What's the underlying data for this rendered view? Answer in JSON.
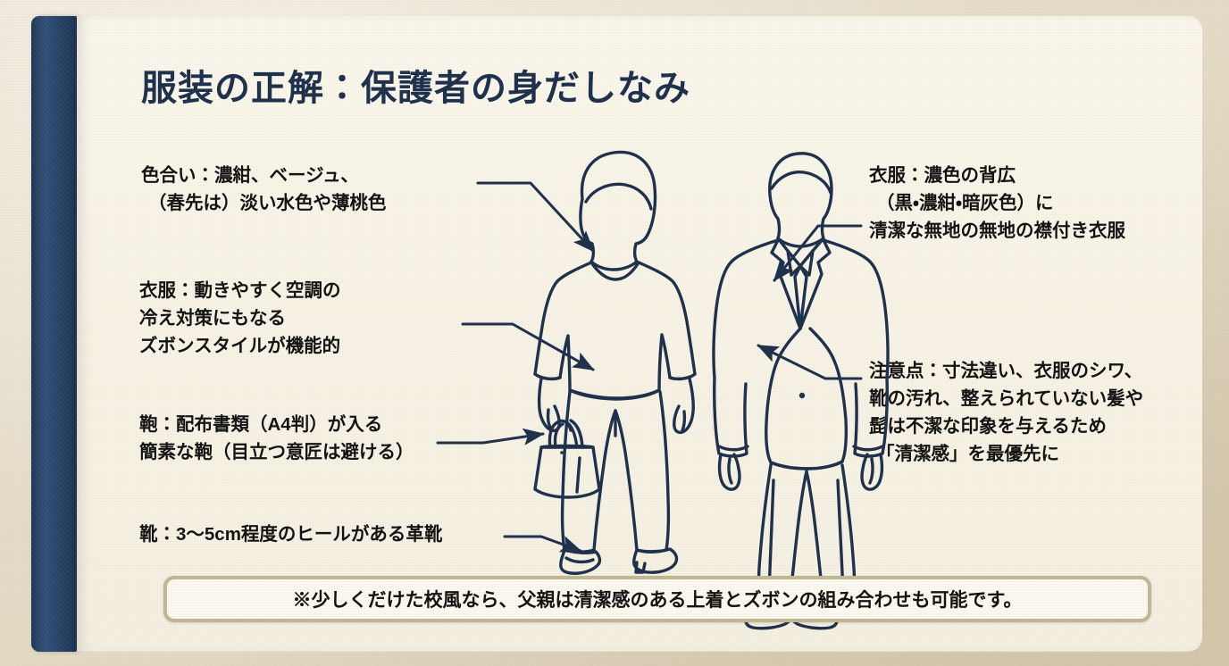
{
  "page": {
    "title": "服装の正解：保護者の身だしなみ",
    "background_color": "#e8e0cd",
    "page_color": "#f7f3e6",
    "spine_color": "#2b4568",
    "ink_color": "#1d2f4c",
    "text_color": "#111111",
    "footer_border_color": "#c3b895"
  },
  "annotations": {
    "left": [
      {
        "id": "color-palette",
        "lines": [
          "色合い：濃紺、ベージュ、",
          "（春先は）淡い水色や薄桃色"
        ]
      },
      {
        "id": "clothing-womens",
        "lines": [
          "衣服：動きやすく空調の",
          "冷え対策にもなる",
          "ズボンスタイルが機能的"
        ]
      },
      {
        "id": "bag",
        "lines": [
          "鞄：配布書類（A4判）が入る",
          "簡素な鞄（目立つ意匠は避ける）"
        ]
      },
      {
        "id": "shoes",
        "lines": [
          "靴：3〜5cm程度のヒールがある革靴"
        ]
      }
    ],
    "right": [
      {
        "id": "clothing-mens",
        "lines": [
          "衣服：濃色の背広",
          "（黒・濃紺・暗灰色）に",
          "清潔な無地の無地の襟付き衣服"
        ]
      },
      {
        "id": "cautions",
        "lines": [
          "注意点：寸法違い、衣服のシワ、",
          "靴の汚れ、整えられていない髪や",
          "髭は不潔な印象を与えるため",
          "「清潔感」を最優先に"
        ]
      }
    ]
  },
  "figures": {
    "left_figure": "woman-blouse-trousers-handbag-pumps",
    "right_figure": "man-suit-tie-trousers-dress-shoes"
  },
  "footer": {
    "note": "※少しくだけた校風なら、父親は清潔感のある上着とズボンの組み合わせも可能です。"
  }
}
